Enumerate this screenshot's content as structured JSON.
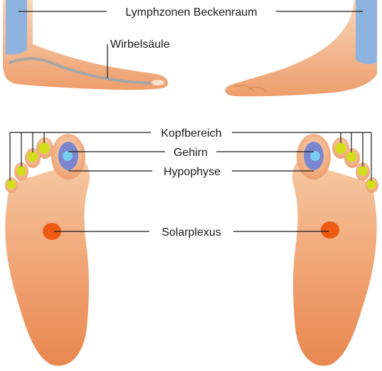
{
  "labels": {
    "lymphzonen": "Lymphzonen Beckenraum",
    "wirbelsaeule": "Wirbelsäule",
    "kopfbereich": "Kopfbereich",
    "gehirn": "Gehirn",
    "hypophyse": "Hypophyse",
    "solarplexus": "Solarplexus"
  },
  "colors": {
    "skin_light": "#f7d2b4",
    "skin_mid": "#f0a877",
    "skin_dark": "#e57f45",
    "lymph_zone": "#8fb3df",
    "spine_line": "#a6a6a6",
    "head_zone": "#d4dc1e",
    "brain_zone": "#7c86cf",
    "pituitary_zone": "#78cdf0",
    "solar_plexus": "#ec5a14",
    "leader_line": "#1a1a1a"
  }
}
